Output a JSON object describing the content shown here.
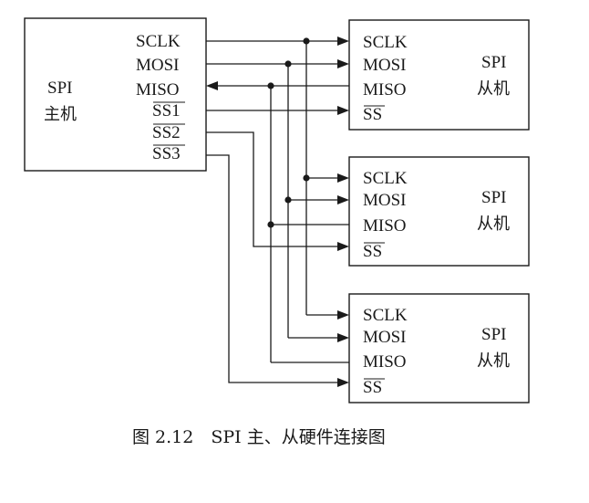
{
  "master": {
    "name_line1": "SPI",
    "name_line2": "主机",
    "pins": {
      "sclk": "SCLK",
      "mosi": "MOSI",
      "miso": "MISO",
      "ss1": "SS1",
      "ss2": "SS2",
      "ss3": "SS3"
    }
  },
  "slaves": [
    {
      "name_line1": "SPI",
      "name_line2": "从机",
      "pins": {
        "sclk": "SCLK",
        "mosi": "MOSI",
        "miso": "MISO",
        "ss": "SS"
      }
    },
    {
      "name_line1": "SPI",
      "name_line2": "从机",
      "pins": {
        "sclk": "SCLK",
        "mosi": "MOSI",
        "miso": "MISO",
        "ss": "SS"
      }
    },
    {
      "name_line1": "SPI",
      "name_line2": "从机",
      "pins": {
        "sclk": "SCLK",
        "mosi": "MOSI",
        "miso": "MISO",
        "ss": "SS"
      }
    }
  ],
  "caption": "图 2.12　SPI 主、从硬件连接图",
  "colors": {
    "ink": "#1a1a1a",
    "background": "#ffffff"
  }
}
